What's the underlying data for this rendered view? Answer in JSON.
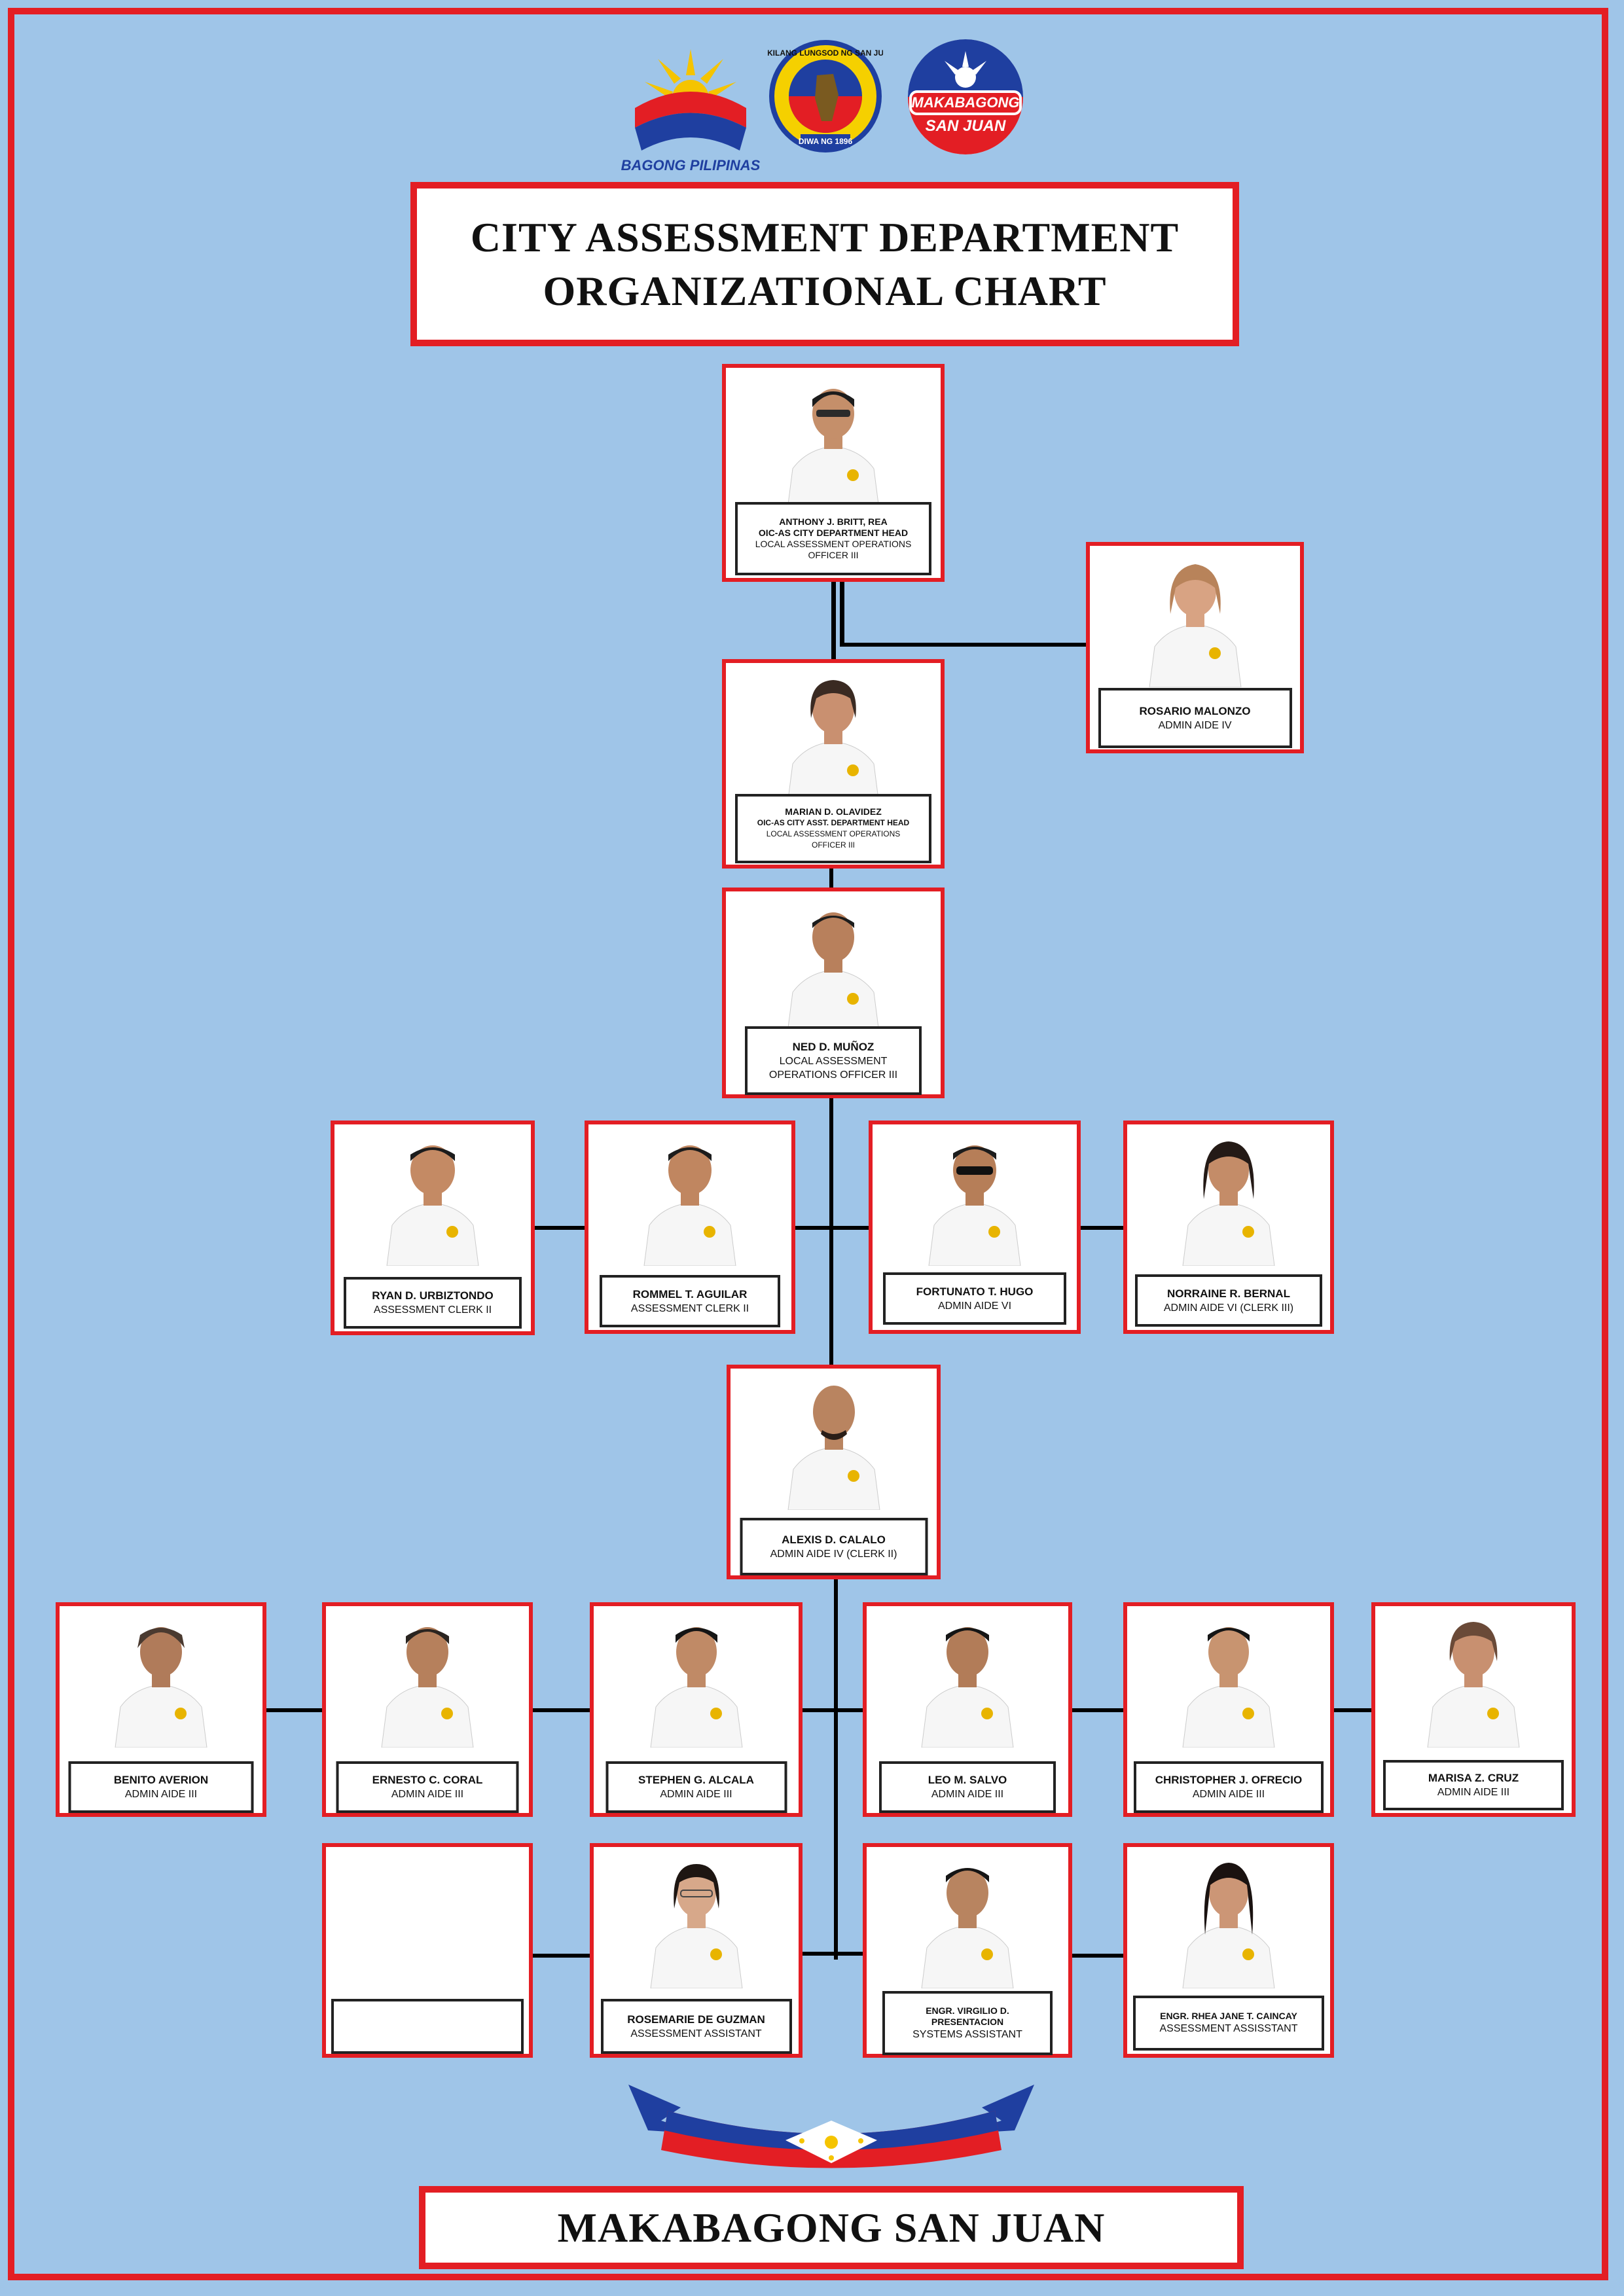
{
  "logos": {
    "bagong_pilipinas": "BAGONG PILIPINAS",
    "san_juan_seal": "DAKILANG LUNGSOD NG SAN JUAN",
    "san_juan_seal_sub": "DIWA NG 1896",
    "makabagong_san_juan": [
      "MAKABAGONG",
      "SAN JUAN"
    ]
  },
  "title": {
    "line1": "CITY ASSESSMENT DEPARTMENT",
    "line2": "ORGANIZATIONAL CHART"
  },
  "people": {
    "britt": {
      "name": "ANTHONY J. BRITT, REA",
      "pos1": "OIC-AS CITY DEPARTMENT HEAD",
      "pos2": "LOCAL ASSESSMENT OPERATIONS",
      "pos3": "OFFICER III"
    },
    "malonzo": {
      "name": "ROSARIO MALONZO",
      "pos1": "ADMIN AIDE IV"
    },
    "olavidez": {
      "name": "MARIAN D. OLAVIDEZ",
      "pos1": "OIC-AS CITY ASST. DEPARTMENT HEAD",
      "pos2": "LOCAL ASSESSMENT OPERATIONS",
      "pos3": "OFFICER III"
    },
    "munoz": {
      "name": "NED D. MUÑOZ",
      "pos1": "LOCAL ASSESSMENT",
      "pos2": "OPERATIONS OFFICER III"
    },
    "urbiztondo": {
      "name": "RYAN D. URBIZTONDO",
      "pos1": "ASSESSMENT CLERK II"
    },
    "aguilar": {
      "name": "ROMMEL T. AGUILAR",
      "pos1": "ASSESSMENT CLERK II"
    },
    "hugo": {
      "name": "FORTUNATO T. HUGO",
      "pos1": "ADMIN AIDE VI"
    },
    "bernal": {
      "name": "NORRAINE R. BERNAL",
      "pos1": "ADMIN AIDE VI (CLERK III)"
    },
    "calalo": {
      "name": "ALEXIS D. CALALO",
      "pos1": "ADMIN AIDE IV (CLERK II)"
    },
    "averion": {
      "name": "BENITO AVERION",
      "pos1": "ADMIN AIDE III"
    },
    "coral": {
      "name": "ERNESTO C. CORAL",
      "pos1": "ADMIN  AIDE III"
    },
    "alcala": {
      "name": "STEPHEN G. ALCALA",
      "pos1": "ADMIN AIDE III"
    },
    "salvo": {
      "name": "LEO M. SALVO",
      "pos1": "ADMIN AIDE III"
    },
    "ofrecio": {
      "name": "CHRISTOPHER J. OFRECIO",
      "pos1": "ADMIN AIDE III"
    },
    "cruz": {
      "name": "MARISA Z. CRUZ",
      "pos1": "ADMIN  AIDE III"
    },
    "guzman": {
      "name": "ROSEMARIE DE GUZMAN",
      "pos1": "ASSESSMENT ASSISTANT"
    },
    "presentacion": {
      "name": "ENGR. VIRGILIO D.",
      "name2": "PRESENTACION",
      "pos1": "SYSTEMS ASSISTANT"
    },
    "caincay": {
      "name": "ENGR. RHEA JANE T. CAINCAY",
      "pos1": "ASSESSMENT ASSISSTANT"
    }
  },
  "footer": "MAKABAGONG SAN JUAN",
  "colors": {
    "background": "#9fc5e8",
    "frame": "#e31e24",
    "line": "#000000"
  }
}
